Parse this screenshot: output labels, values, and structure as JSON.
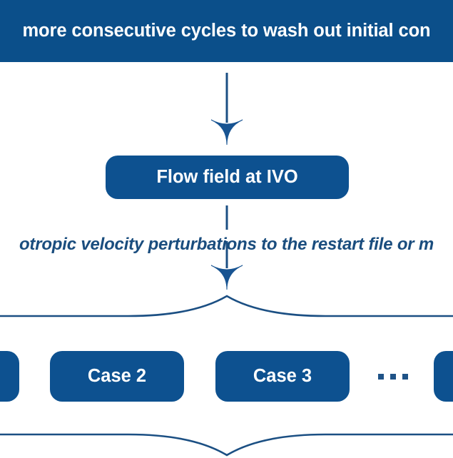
{
  "diagram": {
    "title_banner": {
      "text": "more consecutive cycles to wash out initial con",
      "color": "#0b4f8a",
      "text_color": "#ffffff"
    },
    "nodes": {
      "flow_field": {
        "label": "Flow field at IVO"
      },
      "case_1": {
        "label": ""
      },
      "case_2": {
        "label": "Case 2"
      },
      "case_3": {
        "label": "Case 3"
      },
      "case_n": {
        "label": ""
      }
    },
    "annotation": {
      "text": "otropic velocity perturbations to the restart file or m",
      "color": "#1a4d7e"
    },
    "ellipsis": {
      "label": "...",
      "dot_color": "#1f5387"
    },
    "colors": {
      "box_fill": "#0d5190",
      "banner_fill": "#0b4f8a",
      "connector": "#1b4f83",
      "background": "#ffffff"
    }
  }
}
